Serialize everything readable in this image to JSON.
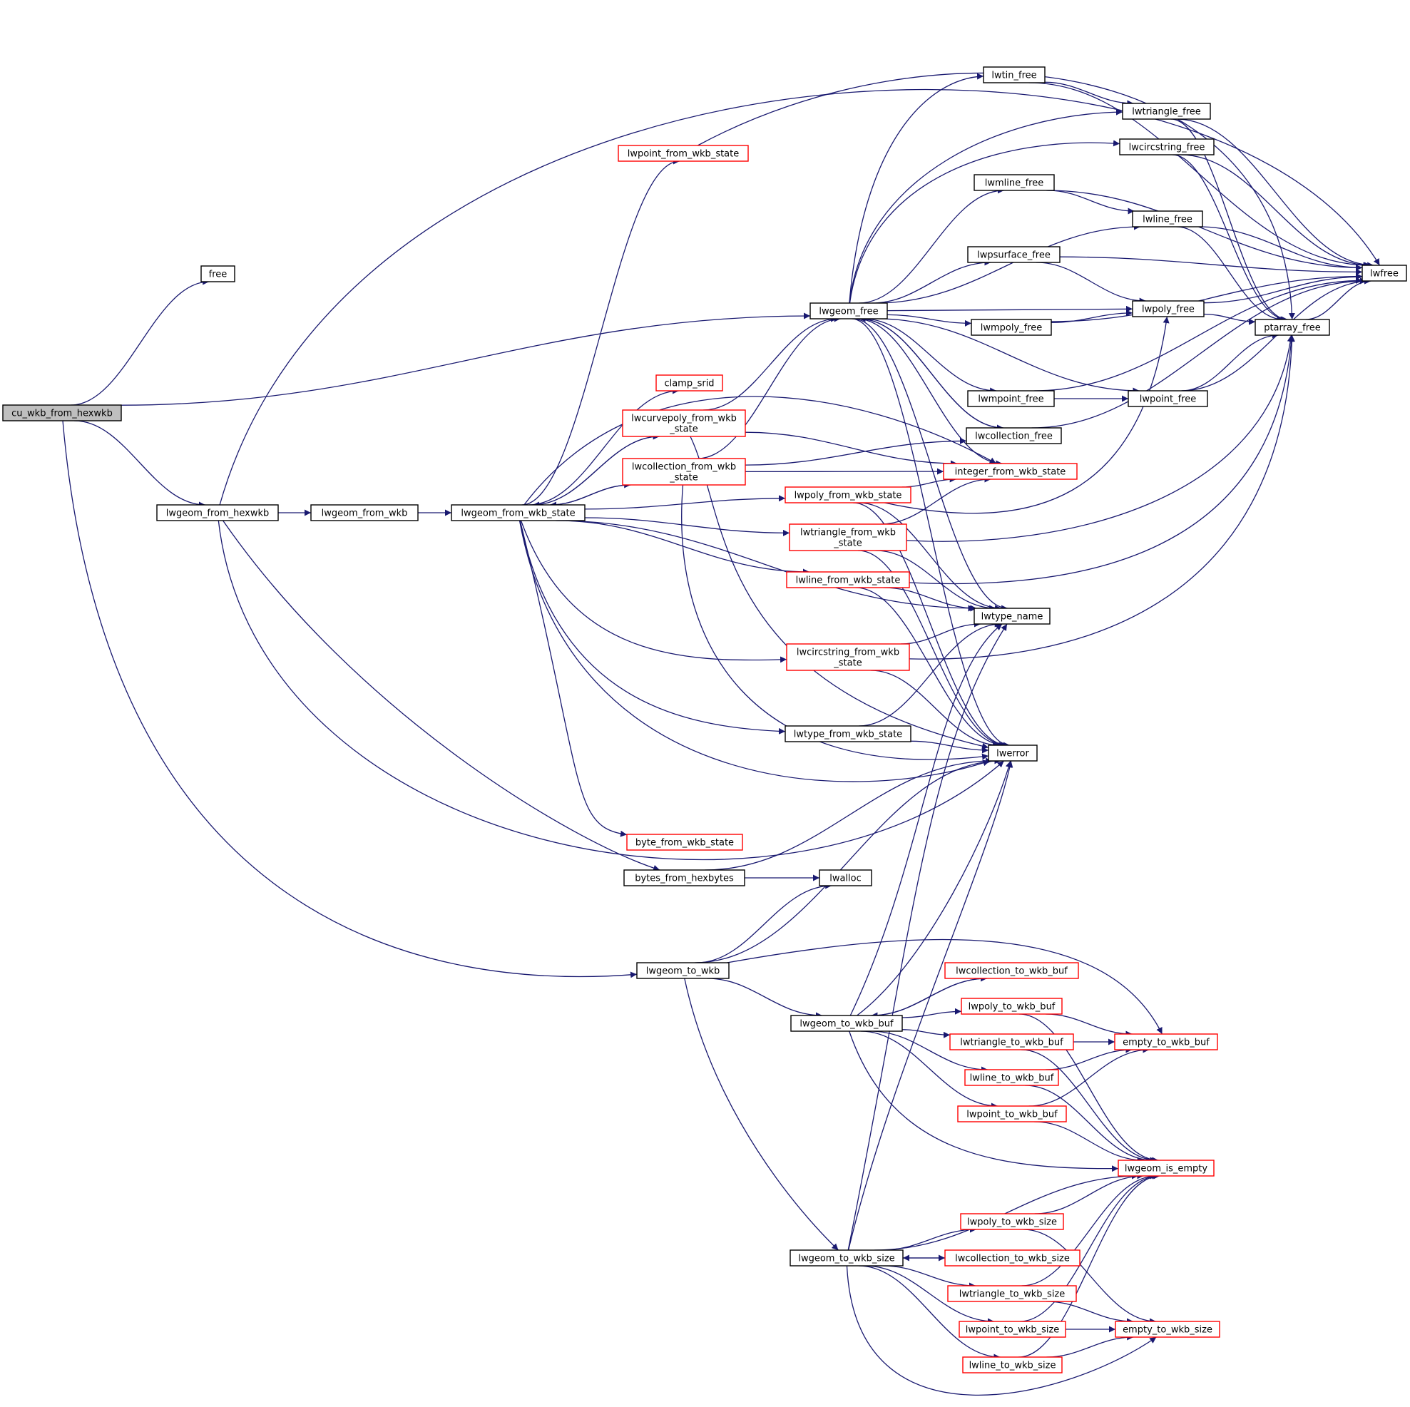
{
  "colors": {
    "edge": "#191970",
    "normal_border": "#000000",
    "truncated_border": "#ff0000",
    "root_fill": "#bfbfbf",
    "node_fill": "#ffffff"
  },
  "nodes": [
    {
      "id": "cu_wkb_from_hexwkb",
      "lines": [
        "cu_wkb_from_hexwkb"
      ],
      "style": "root"
    },
    {
      "id": "free",
      "lines": [
        "free"
      ],
      "style": "normal"
    },
    {
      "id": "lwgeom_from_hexwkb",
      "lines": [
        "lwgeom_from_hexwkb"
      ],
      "style": "normal"
    },
    {
      "id": "lwgeom_from_wkb",
      "lines": [
        "lwgeom_from_wkb"
      ],
      "style": "normal"
    },
    {
      "id": "lwgeom_from_wkb_state",
      "lines": [
        "lwgeom_from_wkb_state"
      ],
      "style": "normal"
    },
    {
      "id": "lwpoint_from_wkb_state",
      "lines": [
        "lwpoint_from_wkb_state"
      ],
      "style": "truncated"
    },
    {
      "id": "clamp_srid",
      "lines": [
        "clamp_srid"
      ],
      "style": "truncated"
    },
    {
      "id": "lwcurvepoly_from_wkb_state",
      "lines": [
        "lwcurvepoly_from_wkb",
        "_state"
      ],
      "style": "truncated"
    },
    {
      "id": "lwcollection_from_wkb_state",
      "lines": [
        "lwcollection_from_wkb",
        "_state"
      ],
      "style": "truncated"
    },
    {
      "id": "lwpoly_from_wkb_state",
      "lines": [
        "lwpoly_from_wkb_state"
      ],
      "style": "truncated"
    },
    {
      "id": "lwtriangle_from_wkb_state",
      "lines": [
        "lwtriangle_from_wkb",
        "_state"
      ],
      "style": "truncated"
    },
    {
      "id": "lwline_from_wkb_state",
      "lines": [
        "lwline_from_wkb_state"
      ],
      "style": "truncated"
    },
    {
      "id": "lwcircstring_from_wkb_state",
      "lines": [
        "lwcircstring_from_wkb",
        "_state"
      ],
      "style": "truncated"
    },
    {
      "id": "lwtype_from_wkb_state",
      "lines": [
        "lwtype_from_wkb_state"
      ],
      "style": "normal"
    },
    {
      "id": "byte_from_wkb_state",
      "lines": [
        "byte_from_wkb_state"
      ],
      "style": "truncated"
    },
    {
      "id": "bytes_from_hexbytes",
      "lines": [
        "bytes_from_hexbytes"
      ],
      "style": "normal"
    },
    {
      "id": "lwalloc",
      "lines": [
        "lwalloc"
      ],
      "style": "normal"
    },
    {
      "id": "lwgeom_free",
      "lines": [
        "lwgeom_free"
      ],
      "style": "normal"
    },
    {
      "id": "lwtin_free",
      "lines": [
        "lwtin_free"
      ],
      "style": "normal"
    },
    {
      "id": "lwtriangle_free",
      "lines": [
        "lwtriangle_free"
      ],
      "style": "normal"
    },
    {
      "id": "lwcircstring_free",
      "lines": [
        "lwcircstring_free"
      ],
      "style": "normal"
    },
    {
      "id": "lwmline_free",
      "lines": [
        "lwmline_free"
      ],
      "style": "normal"
    },
    {
      "id": "lwline_free",
      "lines": [
        "lwline_free"
      ],
      "style": "normal"
    },
    {
      "id": "lwpsurface_free",
      "lines": [
        "lwpsurface_free"
      ],
      "style": "normal"
    },
    {
      "id": "lwpoly_free",
      "lines": [
        "lwpoly_free"
      ],
      "style": "normal"
    },
    {
      "id": "lwmpoly_free",
      "lines": [
        "lwmpoly_free"
      ],
      "style": "normal"
    },
    {
      "id": "lwmpoint_free",
      "lines": [
        "lwmpoint_free"
      ],
      "style": "normal"
    },
    {
      "id": "lwpoint_free",
      "lines": [
        "lwpoint_free"
      ],
      "style": "normal"
    },
    {
      "id": "lwcollection_free",
      "lines": [
        "lwcollection_free"
      ],
      "style": "normal"
    },
    {
      "id": "integer_from_wkb_state",
      "lines": [
        "integer_from_wkb_state"
      ],
      "style": "truncated"
    },
    {
      "id": "ptarray_free",
      "lines": [
        "ptarray_free"
      ],
      "style": "normal"
    },
    {
      "id": "lwfree",
      "lines": [
        "lwfree"
      ],
      "style": "normal"
    },
    {
      "id": "lwtype_name",
      "lines": [
        "lwtype_name"
      ],
      "style": "normal"
    },
    {
      "id": "lwerror",
      "lines": [
        "lwerror"
      ],
      "style": "normal"
    },
    {
      "id": "lwgeom_to_wkb",
      "lines": [
        "lwgeom_to_wkb"
      ],
      "style": "normal"
    },
    {
      "id": "lwgeom_to_wkb_buf",
      "lines": [
        "lwgeom_to_wkb_buf"
      ],
      "style": "normal"
    },
    {
      "id": "lwcollection_to_wkb_buf",
      "lines": [
        "lwcollection_to_wkb_buf"
      ],
      "style": "truncated"
    },
    {
      "id": "lwpoly_to_wkb_buf",
      "lines": [
        "lwpoly_to_wkb_buf"
      ],
      "style": "truncated"
    },
    {
      "id": "lwtriangle_to_wkb_buf",
      "lines": [
        "lwtriangle_to_wkb_buf"
      ],
      "style": "truncated"
    },
    {
      "id": "lwline_to_wkb_buf",
      "lines": [
        "lwline_to_wkb_buf"
      ],
      "style": "truncated"
    },
    {
      "id": "lwpoint_to_wkb_buf",
      "lines": [
        "lwpoint_to_wkb_buf"
      ],
      "style": "truncated"
    },
    {
      "id": "empty_to_wkb_buf",
      "lines": [
        "empty_to_wkb_buf"
      ],
      "style": "truncated"
    },
    {
      "id": "lwgeom_is_empty",
      "lines": [
        "lwgeom_is_empty"
      ],
      "style": "truncated"
    },
    {
      "id": "lwgeom_to_wkb_size",
      "lines": [
        "lwgeom_to_wkb_size"
      ],
      "style": "normal"
    },
    {
      "id": "lwpoly_to_wkb_size",
      "lines": [
        "lwpoly_to_wkb_size"
      ],
      "style": "truncated"
    },
    {
      "id": "lwcollection_to_wkb_size",
      "lines": [
        "lwcollection_to_wkb_size"
      ],
      "style": "truncated"
    },
    {
      "id": "lwtriangle_to_wkb_size",
      "lines": [
        "lwtriangle_to_wkb_size"
      ],
      "style": "truncated"
    },
    {
      "id": "lwpoint_to_wkb_size",
      "lines": [
        "lwpoint_to_wkb_size"
      ],
      "style": "truncated"
    },
    {
      "id": "lwline_to_wkb_size",
      "lines": [
        "lwline_to_wkb_size"
      ],
      "style": "truncated"
    },
    {
      "id": "empty_to_wkb_size",
      "lines": [
        "empty_to_wkb_size"
      ],
      "style": "truncated"
    }
  ],
  "edges": [
    [
      "cu_wkb_from_hexwkb",
      "free"
    ],
    [
      "cu_wkb_from_hexwkb",
      "lwgeom_free"
    ],
    [
      "cu_wkb_from_hexwkb",
      "lwgeom_from_hexwkb"
    ],
    [
      "cu_wkb_from_hexwkb",
      "lwgeom_to_wkb"
    ],
    [
      "lwgeom_from_hexwkb",
      "lwgeom_from_wkb"
    ],
    [
      "lwgeom_from_hexwkb",
      "bytes_from_hexbytes"
    ],
    [
      "lwgeom_from_hexwkb",
      "lwfree"
    ],
    [
      "lwgeom_from_hexwkb",
      "lwerror"
    ],
    [
      "lwgeom_from_wkb",
      "lwgeom_from_wkb_state"
    ],
    [
      "lwgeom_from_wkb_state",
      "lwpoint_from_wkb_state"
    ],
    [
      "lwgeom_from_wkb_state",
      "clamp_srid"
    ],
    [
      "lwgeom_from_wkb_state",
      "lwcurvepoly_from_wkb_state"
    ],
    [
      "lwgeom_from_wkb_state",
      "lwcollection_from_wkb_state"
    ],
    [
      "lwgeom_from_wkb_state",
      "lwpoly_from_wkb_state"
    ],
    [
      "lwgeom_from_wkb_state",
      "lwtriangle_from_wkb_state"
    ],
    [
      "lwgeom_from_wkb_state",
      "lwline_from_wkb_state"
    ],
    [
      "lwgeom_from_wkb_state",
      "lwcircstring_from_wkb_state"
    ],
    [
      "lwgeom_from_wkb_state",
      "lwtype_from_wkb_state"
    ],
    [
      "lwgeom_from_wkb_state",
      "byte_from_wkb_state"
    ],
    [
      "lwgeom_from_wkb_state",
      "integer_from_wkb_state"
    ],
    [
      "lwgeom_from_wkb_state",
      "lwtype_name"
    ],
    [
      "lwgeom_from_wkb_state",
      "lwerror"
    ],
    [
      "lwpoint_from_wkb_state",
      "ptarray_free"
    ],
    [
      "lwcurvepoly_from_wkb_state",
      "lwgeom_from_wkb_state"
    ],
    [
      "lwcurvepoly_from_wkb_state",
      "lwgeom_free"
    ],
    [
      "lwcurvepoly_from_wkb_state",
      "integer_from_wkb_state"
    ],
    [
      "lwcurvepoly_from_wkb_state",
      "lwerror"
    ],
    [
      "lwcollection_from_wkb_state",
      "lwgeom_from_wkb_state"
    ],
    [
      "lwcollection_from_wkb_state",
      "lwgeom_free"
    ],
    [
      "lwcollection_from_wkb_state",
      "lwcollection_free"
    ],
    [
      "lwcollection_from_wkb_state",
      "integer_from_wkb_state"
    ],
    [
      "lwcollection_from_wkb_state",
      "lwerror"
    ],
    [
      "lwpoly_from_wkb_state",
      "integer_from_wkb_state"
    ],
    [
      "lwpoly_from_wkb_state",
      "lwpoly_free"
    ],
    [
      "lwpoly_from_wkb_state",
      "lwtype_name"
    ],
    [
      "lwpoly_from_wkb_state",
      "lwerror"
    ],
    [
      "lwtriangle_from_wkb_state",
      "integer_from_wkb_state"
    ],
    [
      "lwtriangle_from_wkb_state",
      "ptarray_free"
    ],
    [
      "lwtriangle_from_wkb_state",
      "lwtype_name"
    ],
    [
      "lwtriangle_from_wkb_state",
      "lwerror"
    ],
    [
      "lwline_from_wkb_state",
      "ptarray_free"
    ],
    [
      "lwline_from_wkb_state",
      "lwtype_name"
    ],
    [
      "lwline_from_wkb_state",
      "lwerror"
    ],
    [
      "lwcircstring_from_wkb_state",
      "lwtype_name"
    ],
    [
      "lwcircstring_from_wkb_state",
      "ptarray_free"
    ],
    [
      "lwcircstring_from_wkb_state",
      "lwerror"
    ],
    [
      "lwtype_from_wkb_state",
      "lwtype_name"
    ],
    [
      "lwtype_from_wkb_state",
      "lwerror"
    ],
    [
      "bytes_from_hexbytes",
      "lwalloc"
    ],
    [
      "bytes_from_hexbytes",
      "lwerror"
    ],
    [
      "lwgeom_free",
      "lwtin_free"
    ],
    [
      "lwgeom_free",
      "lwtriangle_free"
    ],
    [
      "lwgeom_free",
      "lwcircstring_free"
    ],
    [
      "lwgeom_free",
      "lwmline_free"
    ],
    [
      "lwgeom_free",
      "lwline_free"
    ],
    [
      "lwgeom_free",
      "lwpsurface_free"
    ],
    [
      "lwgeom_free",
      "lwpoly_free"
    ],
    [
      "lwgeom_free",
      "lwmpoly_free"
    ],
    [
      "lwgeom_free",
      "lwpoint_free"
    ],
    [
      "lwgeom_free",
      "lwmpoint_free"
    ],
    [
      "lwgeom_free",
      "lwcollection_free"
    ],
    [
      "lwgeom_free",
      "lwtype_name"
    ],
    [
      "lwgeom_free",
      "lwerror"
    ],
    [
      "lwgeom_free",
      "integer_from_wkb_state"
    ],
    [
      "lwtin_free",
      "lwtriangle_free"
    ],
    [
      "lwtin_free",
      "lwfree"
    ],
    [
      "lwtriangle_free",
      "ptarray_free"
    ],
    [
      "lwtriangle_free",
      "lwfree"
    ],
    [
      "lwcircstring_free",
      "ptarray_free"
    ],
    [
      "lwcircstring_free",
      "lwfree"
    ],
    [
      "lwmline_free",
      "lwline_free"
    ],
    [
      "lwmline_free",
      "lwfree"
    ],
    [
      "lwline_free",
      "ptarray_free"
    ],
    [
      "lwline_free",
      "lwfree"
    ],
    [
      "lwpsurface_free",
      "lwpoly_free"
    ],
    [
      "lwpsurface_free",
      "lwfree"
    ],
    [
      "lwpoly_free",
      "ptarray_free"
    ],
    [
      "lwpoly_free",
      "lwfree"
    ],
    [
      "lwmpoly_free",
      "lwpoly_free"
    ],
    [
      "lwmpoly_free",
      "lwfree"
    ],
    [
      "lwmpoint_free",
      "lwpoint_free"
    ],
    [
      "lwmpoint_free",
      "lwfree"
    ],
    [
      "lwpoint_free",
      "ptarray_free"
    ],
    [
      "lwpoint_free",
      "lwfree"
    ],
    [
      "lwcollection_free",
      "lwgeom_free"
    ],
    [
      "lwcollection_free",
      "lwfree"
    ],
    [
      "ptarray_free",
      "lwfree"
    ],
    [
      "lwgeom_to_wkb",
      "lwalloc"
    ],
    [
      "lwgeom_to_wkb",
      "lwgeom_to_wkb_buf"
    ],
    [
      "lwgeom_to_wkb",
      "lwgeom_to_wkb_size"
    ],
    [
      "lwgeom_to_wkb",
      "empty_to_wkb_buf"
    ],
    [
      "lwgeom_to_wkb",
      "lwerror"
    ],
    [
      "lwgeom_to_wkb_buf",
      "lwcollection_to_wkb_buf"
    ],
    [
      "lwgeom_to_wkb_buf",
      "lwpoly_to_wkb_buf"
    ],
    [
      "lwgeom_to_wkb_buf",
      "lwtriangle_to_wkb_buf"
    ],
    [
      "lwgeom_to_wkb_buf",
      "lwline_to_wkb_buf"
    ],
    [
      "lwgeom_to_wkb_buf",
      "lwpoint_to_wkb_buf"
    ],
    [
      "lwgeom_to_wkb_buf",
      "lwgeom_is_empty"
    ],
    [
      "lwgeom_to_wkb_buf",
      "lwtype_name"
    ],
    [
      "lwgeom_to_wkb_buf",
      "lwerror"
    ],
    [
      "lwcollection_to_wkb_buf",
      "lwgeom_to_wkb_buf"
    ],
    [
      "lwpoly_to_wkb_buf",
      "empty_to_wkb_buf"
    ],
    [
      "lwpoly_to_wkb_buf",
      "lwgeom_is_empty"
    ],
    [
      "lwtriangle_to_wkb_buf",
      "empty_to_wkb_buf"
    ],
    [
      "lwtriangle_to_wkb_buf",
      "lwgeom_is_empty"
    ],
    [
      "lwline_to_wkb_buf",
      "empty_to_wkb_buf"
    ],
    [
      "lwline_to_wkb_buf",
      "lwgeom_is_empty"
    ],
    [
      "lwpoint_to_wkb_buf",
      "empty_to_wkb_buf"
    ],
    [
      "lwpoint_to_wkb_buf",
      "lwgeom_is_empty"
    ],
    [
      "lwgeom_to_wkb_size",
      "lwpoly_to_wkb_size"
    ],
    [
      "lwgeom_to_wkb_size",
      "lwcollection_to_wkb_size"
    ],
    [
      "lwgeom_to_wkb_size",
      "lwtriangle_to_wkb_size"
    ],
    [
      "lwgeom_to_wkb_size",
      "lwpoint_to_wkb_size"
    ],
    [
      "lwgeom_to_wkb_size",
      "lwline_to_wkb_size"
    ],
    [
      "lwgeom_to_wkb_size",
      "empty_to_wkb_size"
    ],
    [
      "lwgeom_to_wkb_size",
      "lwgeom_is_empty"
    ],
    [
      "lwgeom_to_wkb_size",
      "lwtype_name"
    ],
    [
      "lwgeom_to_wkb_size",
      "lwerror"
    ],
    [
      "lwcollection_to_wkb_size",
      "lwgeom_to_wkb_size"
    ],
    [
      "lwpoly_to_wkb_size",
      "lwgeom_is_empty"
    ],
    [
      "lwpoly_to_wkb_size",
      "empty_to_wkb_size"
    ],
    [
      "lwtriangle_to_wkb_size",
      "lwgeom_is_empty"
    ],
    [
      "lwtriangle_to_wkb_size",
      "empty_to_wkb_size"
    ],
    [
      "lwpoint_to_wkb_size",
      "lwgeom_is_empty"
    ],
    [
      "lwpoint_to_wkb_size",
      "empty_to_wkb_size"
    ],
    [
      "lwline_to_wkb_size",
      "lwgeom_is_empty"
    ],
    [
      "lwline_to_wkb_size",
      "empty_to_wkb_size"
    ]
  ]
}
